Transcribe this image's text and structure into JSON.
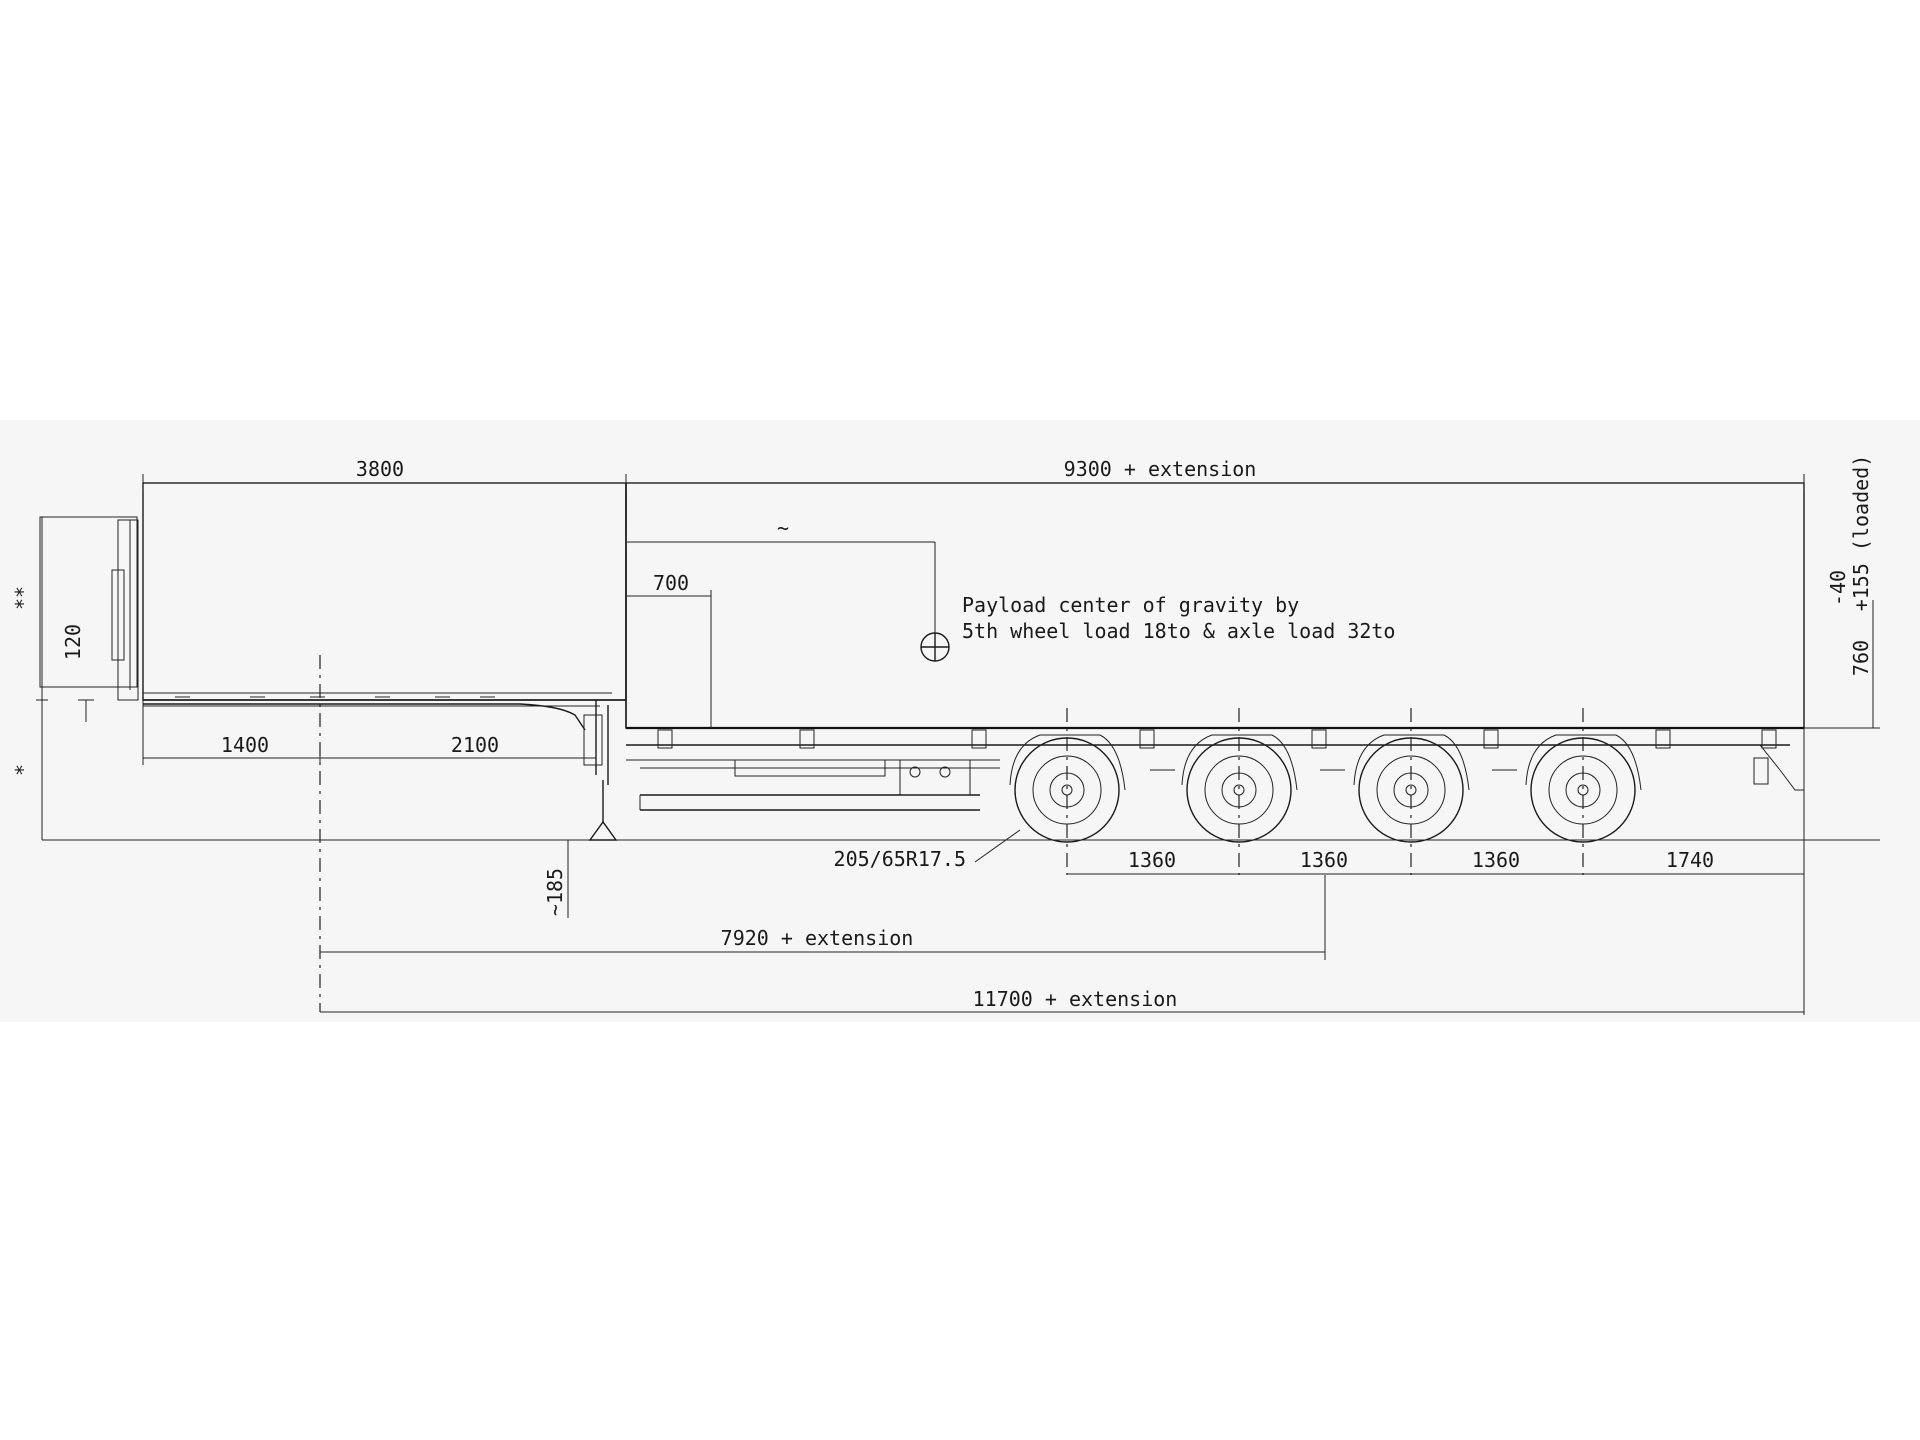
{
  "dimensions": {
    "front_overhang": "3800",
    "deck_length": "9300 + extension",
    "cog_offset": "~",
    "gooseneck_step": "700",
    "kingpin_to_landing": "1400",
    "landing_to_step": "2100",
    "front_height": "120",
    "front_height_mark": "**",
    "lower_height_mark": "*",
    "deck_height": "760",
    "deck_height_tolerance": "-40\n+155 (loaded)",
    "deck_height_tol_minus": "-40",
    "deck_height_tol_plus": "+155 (loaded)",
    "ground_clearance": "~185",
    "axle_spacing_1": "1360",
    "axle_spacing_2": "1360",
    "axle_spacing_3": "1360",
    "rear_overhang": "1740",
    "kingpin_to_axle": "7920 + extension",
    "overall_length": "11700 + extension"
  },
  "annotations": {
    "cog_line1": "Payload center of gravity by",
    "cog_line2": "5th wheel load 18to & axle load 32to",
    "tire_size": "205/65R17.5"
  },
  "axle_count": 4
}
